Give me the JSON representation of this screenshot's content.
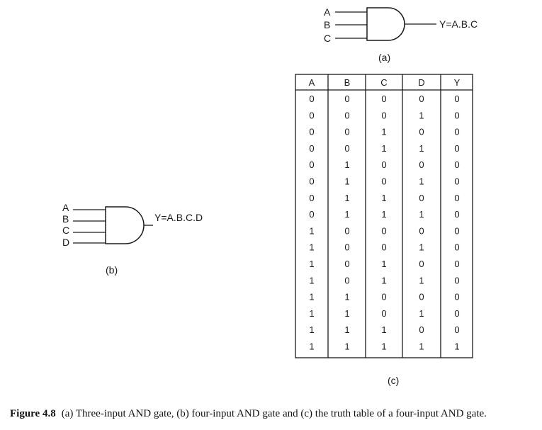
{
  "gate_a": {
    "inputs": [
      "A",
      "B",
      "C"
    ],
    "output_label": "Y=A.B.C",
    "sub_label": "(a)"
  },
  "gate_b": {
    "inputs": [
      "A",
      "B",
      "C",
      "D"
    ],
    "output_label": "Y=A.B.C.D",
    "sub_label": "(b)"
  },
  "truth_table": {
    "sub_label": "(c)",
    "headers": [
      "A",
      "B",
      "C",
      "D",
      "Y"
    ],
    "rows": [
      [
        "0",
        "0",
        "0",
        "0",
        "0"
      ],
      [
        "0",
        "0",
        "0",
        "1",
        "0"
      ],
      [
        "0",
        "0",
        "1",
        "0",
        "0"
      ],
      [
        "0",
        "0",
        "1",
        "1",
        "0"
      ],
      [
        "0",
        "1",
        "0",
        "0",
        "0"
      ],
      [
        "0",
        "1",
        "0",
        "1",
        "0"
      ],
      [
        "0",
        "1",
        "1",
        "0",
        "0"
      ],
      [
        "0",
        "1",
        "1",
        "1",
        "0"
      ],
      [
        "1",
        "0",
        "0",
        "0",
        "0"
      ],
      [
        "1",
        "0",
        "0",
        "1",
        "0"
      ],
      [
        "1",
        "0",
        "1",
        "0",
        "0"
      ],
      [
        "1",
        "0",
        "1",
        "1",
        "0"
      ],
      [
        "1",
        "1",
        "0",
        "0",
        "0"
      ],
      [
        "1",
        "1",
        "0",
        "1",
        "0"
      ],
      [
        "1",
        "1",
        "1",
        "0",
        "0"
      ],
      [
        "1",
        "1",
        "1",
        "1",
        "1"
      ]
    ]
  },
  "caption": {
    "figure_number": "Figure 4.8",
    "text": "(a) Three-input AND gate, (b) four-input AND gate and (c) the truth table of a four-input AND gate."
  }
}
